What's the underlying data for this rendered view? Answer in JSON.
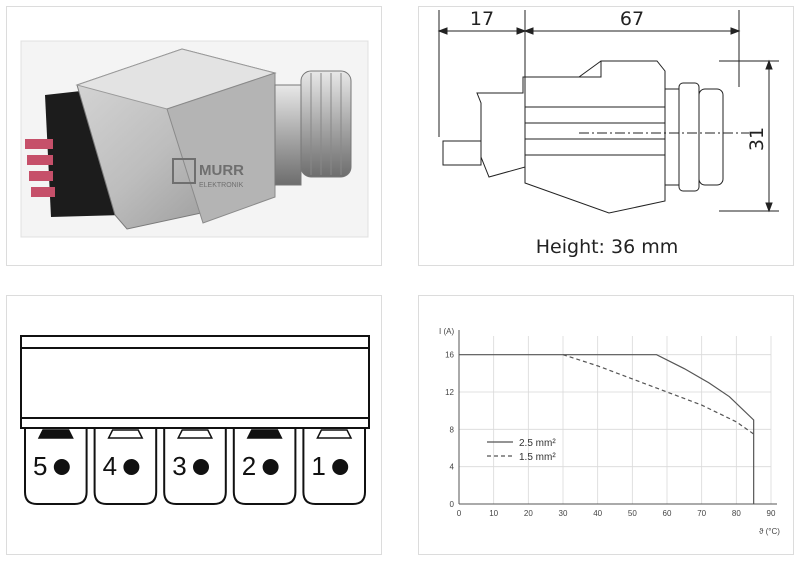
{
  "photo": {
    "brand_logo": "MURR",
    "brand_sub": "ELEKTRONIK"
  },
  "dimensions": {
    "width_left": "17",
    "width_right": "67",
    "side_height": "31",
    "caption": "Height: 36 mm"
  },
  "pinout": {
    "pins": [
      "5",
      "4",
      "3",
      "2",
      "1"
    ]
  },
  "chart_data": {
    "type": "line",
    "title": "",
    "ylabel": "I (A)",
    "xlabel": "ϑ (°C)",
    "xlim": [
      0,
      90
    ],
    "ylim": [
      0,
      18
    ],
    "xticks": [
      "0",
      "10",
      "20",
      "30",
      "40",
      "50",
      "60",
      "70",
      "80",
      "90"
    ],
    "yticks": [
      "0",
      "4",
      "8",
      "12",
      "16"
    ],
    "grid": true,
    "legend_position": "lower-left",
    "series": [
      {
        "name": "2.5 mm²",
        "style": "solid",
        "x": [
          0,
          57,
          65,
          72,
          78,
          85,
          85
        ],
        "y": [
          16,
          16,
          14.5,
          13,
          11.5,
          9,
          0
        ]
      },
      {
        "name": "1.5 mm²",
        "style": "dashed",
        "x": [
          30,
          40,
          50,
          60,
          70,
          80,
          85
        ],
        "y": [
          16,
          14.8,
          13.4,
          12,
          10.6,
          8.8,
          7.5
        ]
      }
    ]
  }
}
